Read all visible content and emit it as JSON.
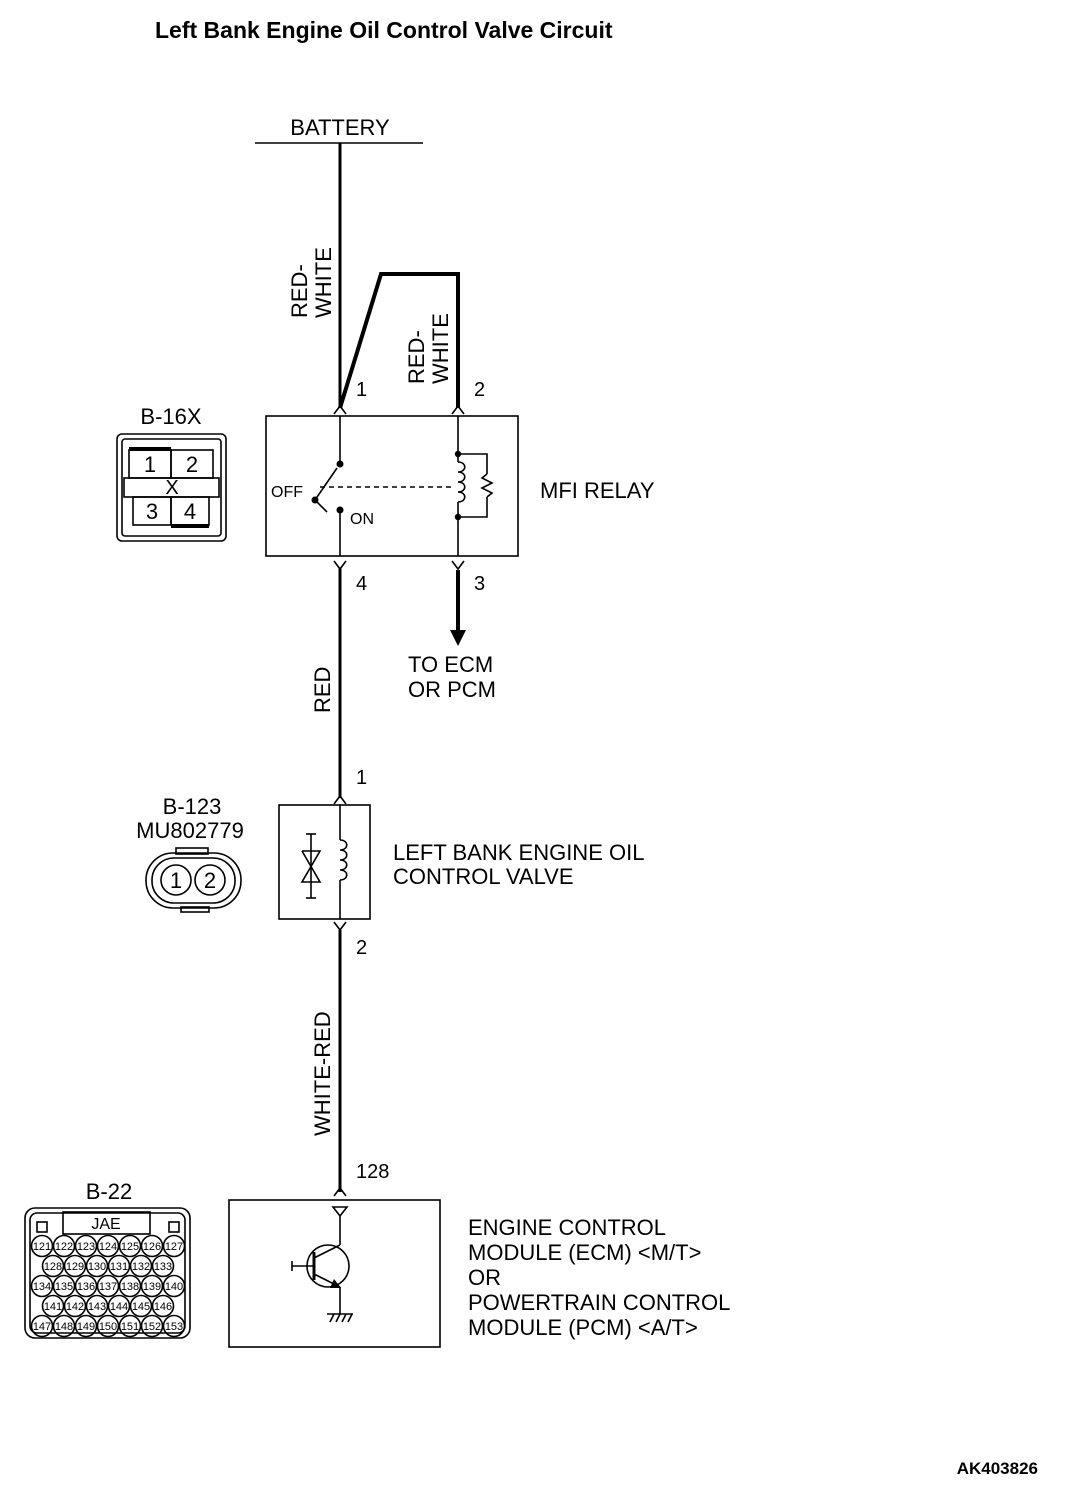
{
  "title": "Left Bank Engine Oil Control Valve Circuit",
  "figure_id": "AK403826",
  "battery": {
    "label": "BATTERY"
  },
  "wires": {
    "battery_to_relay_pin1": "RED-\nWHITE",
    "battery_to_relay_pin2": "RED-\nWHITE",
    "relay_to_valve": "RED",
    "valve_to_ecm": "WHITE-RED"
  },
  "mfi_relay": {
    "label": "MFI RELAY",
    "pins": [
      "1",
      "2",
      "4",
      "3"
    ],
    "switch_labels": {
      "off": "OFF",
      "on": "ON"
    },
    "output_label": [
      "TO ECM",
      "OR PCM"
    ]
  },
  "connector_b16x": {
    "label": "B-16X",
    "cells": [
      "1",
      "2",
      "3",
      "4"
    ],
    "center_mark": "X"
  },
  "valve": {
    "label": [
      "LEFT BANK ENGINE OIL",
      "CONTROL VALVE"
    ],
    "pins": [
      "1",
      "2"
    ]
  },
  "connector_b123": {
    "label": "B-123",
    "part_number": "MU802779",
    "cells": [
      "1",
      "2"
    ]
  },
  "ecm": {
    "pin": "128",
    "label": [
      "ENGINE CONTROL",
      "MODULE (ECM) <M/T>",
      "OR",
      "POWERTRAIN CONTROL",
      "MODULE (PCM) <A/T>"
    ]
  },
  "connector_b22": {
    "label": "B-22",
    "maker": "JAE",
    "rows": [
      [
        "121",
        "122",
        "123",
        "124",
        "125",
        "126",
        "127"
      ],
      [
        "128",
        "129",
        "130",
        "131",
        "132",
        "133"
      ],
      [
        "134",
        "135",
        "136",
        "137",
        "138",
        "139",
        "140"
      ],
      [
        "141",
        "142",
        "143",
        "144",
        "145",
        "146"
      ],
      [
        "147",
        "148",
        "149",
        "150",
        "151",
        "152",
        "153"
      ]
    ]
  }
}
